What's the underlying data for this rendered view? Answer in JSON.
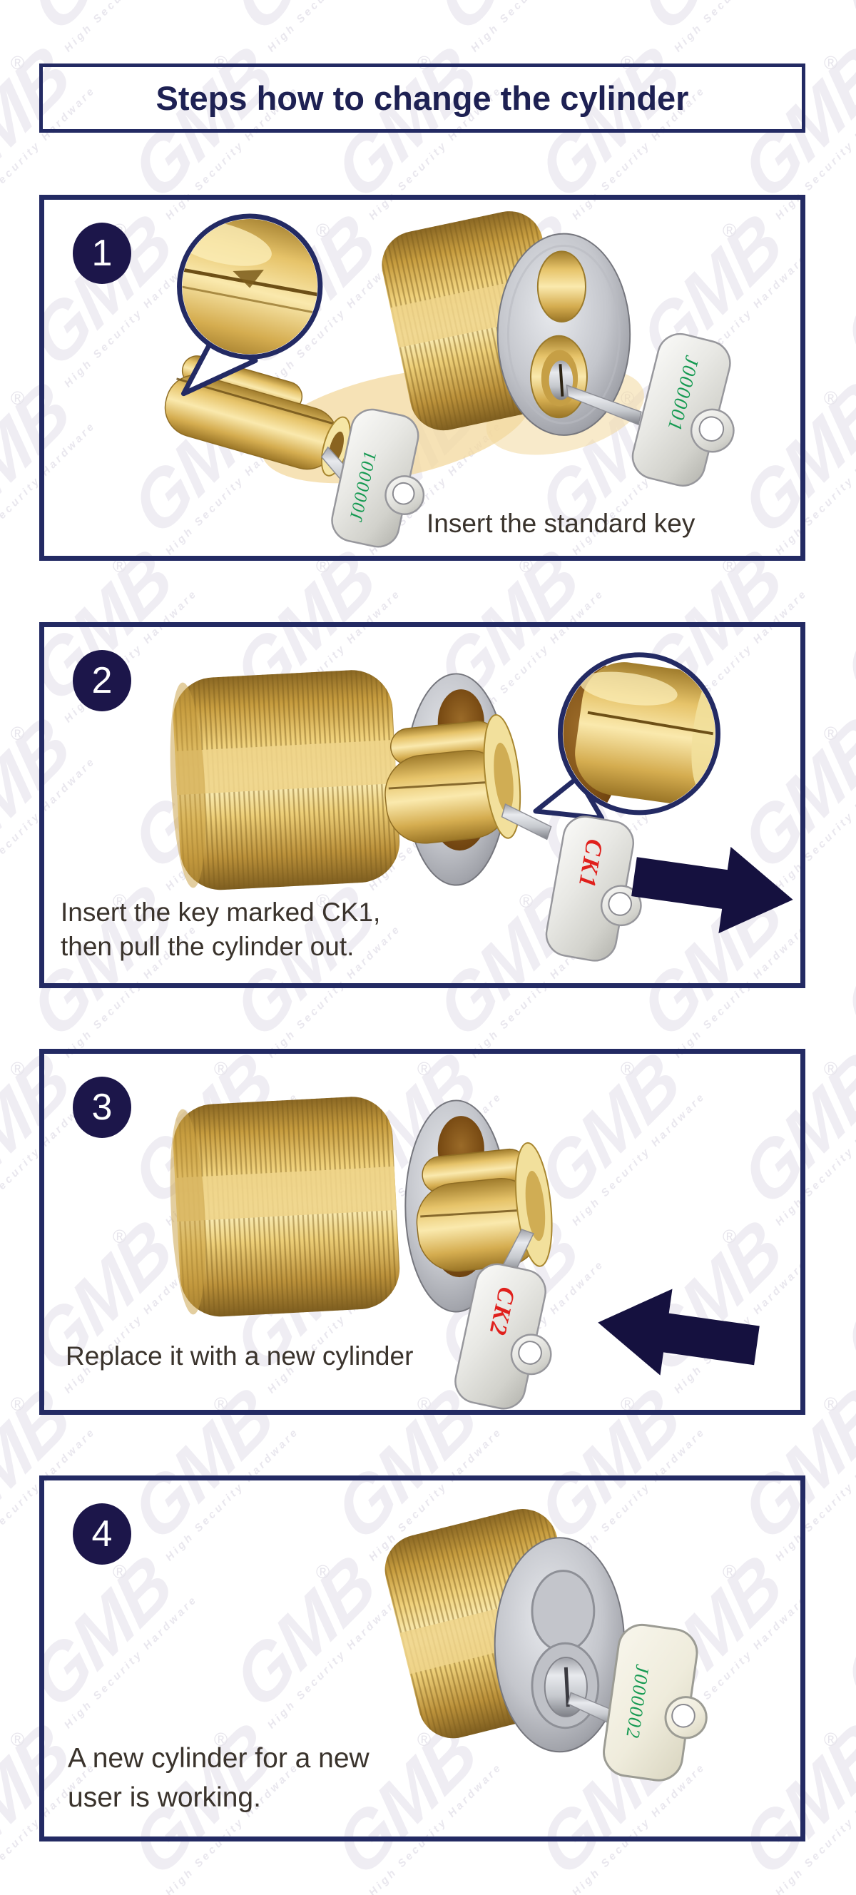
{
  "title": "Steps how to change the cylinder",
  "watermark": {
    "brand": "GMB",
    "tagline": "High Security Hardware",
    "registered": "®"
  },
  "colors": {
    "frame_navy": "#232a63",
    "badge_navy": "#1c164a",
    "arrow_navy": "#15113f",
    "title_navy": "#1e2153",
    "caption_gray": "#3a332c",
    "key_label_green": "#169a52",
    "key_label_red": "#e0201c",
    "brass": "#f0d27c",
    "silver": "#c9cbd1"
  },
  "steps": [
    {
      "number": "1",
      "caption_lines": [
        "Insert the standard key"
      ],
      "key_labels": [
        "J000001",
        "J000001"
      ],
      "arrow_direction": "none"
    },
    {
      "number": "2",
      "caption_lines": [
        "Insert the key marked CK1,",
        "then pull the cylinder out."
      ],
      "key_labels": [
        "CK1"
      ],
      "arrow_direction": "right"
    },
    {
      "number": "3",
      "caption_lines": [
        "Replace it with a new cylinder"
      ],
      "key_labels": [
        "CK2"
      ],
      "arrow_direction": "left"
    },
    {
      "number": "4",
      "caption_lines": [
        "A new cylinder for a new",
        "user is working."
      ],
      "key_labels": [
        "J000002"
      ],
      "arrow_direction": "none"
    }
  ]
}
